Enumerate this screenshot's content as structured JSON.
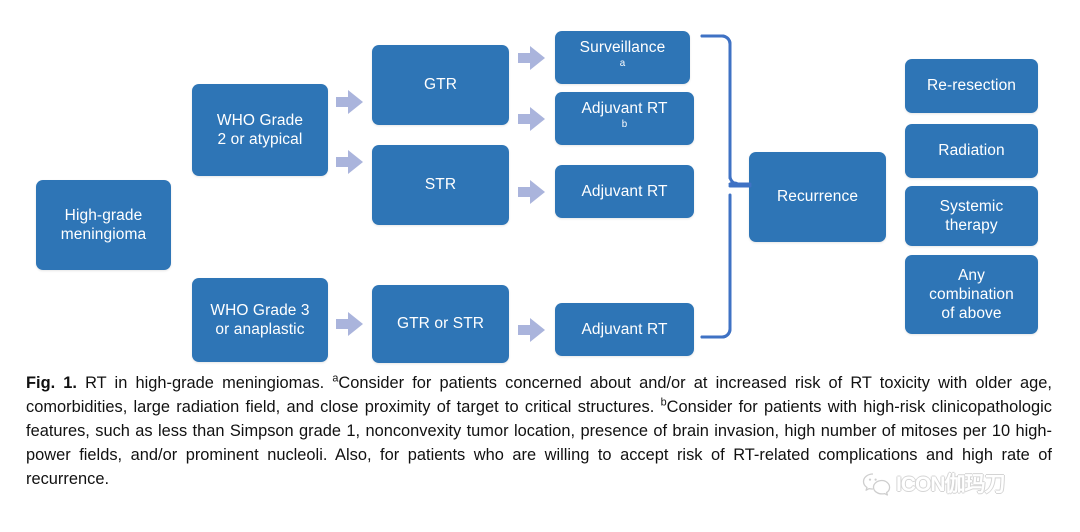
{
  "figure": {
    "colors": {
      "node_fill": "#2e75b6",
      "node_text": "#ffffff",
      "arrow_fill": "#aab4dc",
      "bracket_stroke": "#3f72c4",
      "background": "#ffffff",
      "caption_text": "#111111"
    },
    "nodes": {
      "high_grade": "High-grade\nmeningioma",
      "high_grade_line1": "High-grade",
      "high_grade_line2": "meningioma",
      "who_grade2_line1": "WHO Grade",
      "who_grade2_line2": "2 or atypical",
      "who_grade3_line1": "WHO Grade 3",
      "who_grade3_line2": "or anaplastic",
      "gtr": "GTR",
      "str": "STR",
      "gtr_or_str": "GTR or STR",
      "surveillance": "Surveillance",
      "surveillance_sup": "a",
      "adjuvant_rt_b": "Adjuvant RT",
      "adjuvant_rt_b_sup": "b",
      "adjuvant_rt_middle": "Adjuvant RT",
      "adjuvant_rt_bottom": "Adjuvant RT",
      "recurrence": "Recurrence",
      "re_resection": "Re-resection",
      "radiation": "Radiation",
      "systemic_therapy_line1": "Systemic",
      "systemic_therapy_line2": "therapy",
      "any_combination_line1": "Any",
      "any_combination_line2": "combination",
      "any_combination_line3": "of above"
    }
  },
  "caption": {
    "figure_label": "Fig. 1.",
    "title": " RT in high-grade meningiomas. ",
    "footnote_a_marker": "a",
    "footnote_a_text": "Consider for patients concerned about and/or at increased risk of RT toxicity with older age, comorbidities, large radiation field, and close proximity of target to critical structures. ",
    "footnote_b_marker": "b",
    "footnote_b_text": "Consider for patients with high-risk clinicopathologic features, such as less than Simpson grade 1, nonconvexity tumor location, presence of brain invasion, high number of mitoses per 10 high-power fields, and/or prominent nucleoli. Also, for patients who are willing to accept risk of RT-related complications and high rate of recurrence."
  },
  "watermark": {
    "text": "ICON伽玛刀"
  }
}
